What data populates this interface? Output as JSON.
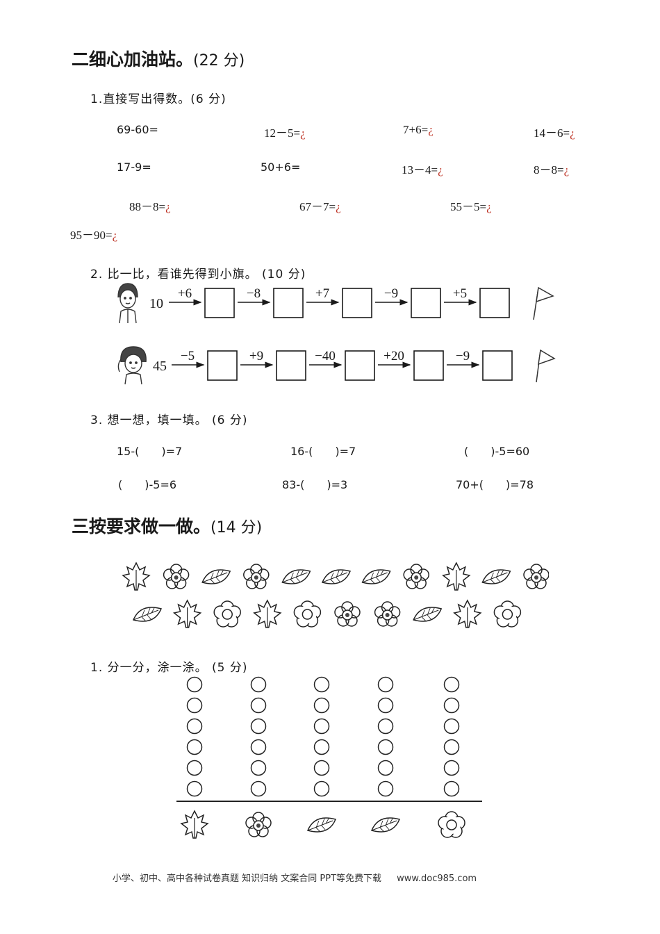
{
  "section2": {
    "title": "二细心加油站。",
    "points": "(22 分)",
    "q1": {
      "label": "1.直接写出得数。(6 分)",
      "row1": [
        "69-60=",
        "12－5=",
        "7+6=",
        "14－6="
      ],
      "row2": [
        "17-9=",
        "50+6=",
        "13－4=",
        "8－8="
      ],
      "row3": [
        "88－8=",
        "67－7=",
        "55－5="
      ],
      "row4": [
        "95－90="
      ],
      "mark": "¿"
    },
    "q2": {
      "label": "2. 比一比，看谁先得到小旗。 (10 分)",
      "row1_start": "10",
      "row1_ops": [
        "+6",
        "−8",
        "+7",
        "−9",
        "+5"
      ],
      "row2_start": "45",
      "row2_ops": [
        "−5",
        "+9",
        "−40",
        "+20",
        "−9"
      ]
    },
    "q3": {
      "label": "3. 想一想，填一填。 (6 分)",
      "row1": [
        "15-(　　)=7",
        "16-(　　)=7",
        "(　　)-5=60"
      ],
      "row2": [
        "(　　)-5=6",
        "83-(　　)=3",
        "70+(　　)=78"
      ]
    }
  },
  "section3": {
    "title": "三按要求做一做。",
    "points": "(14 分)",
    "row1_items": [
      "maple-leaf-icon",
      "flower-icon",
      "leaf-icon",
      "flower-icon",
      "leaf-icon",
      "leaf-icon",
      "leaf-icon",
      "flower-icon",
      "maple-leaf-icon",
      "leaf-icon",
      "flower-icon"
    ],
    "row2_items": [
      "leaf-icon",
      "maple-leaf-icon",
      "simple-flower-icon",
      "maple-leaf-icon",
      "simple-flower-icon",
      "flower-icon",
      "flower-icon",
      "leaf-icon",
      "maple-leaf-icon",
      "simple-flower-icon"
    ],
    "q1": {
      "label": "1. 分一分，涂一涂。 (5 分)",
      "columns": [
        {
          "icon": "maple-leaf-icon",
          "circles": 6
        },
        {
          "icon": "flower-icon",
          "circles": 6
        },
        {
          "icon": "leaf-icon",
          "circles": 6
        },
        {
          "icon": "pointed-leaf-icon",
          "circles": 6
        },
        {
          "icon": "simple-flower-icon",
          "circles": 6
        }
      ]
    }
  },
  "footer": {
    "text": "小学、初中、高中各种试卷真题  知识归纳  文案合同  PPT等免费下载",
    "url": "www.doc985.com"
  },
  "colors": {
    "text": "#1a1a1a",
    "mark": "#c0392b"
  }
}
